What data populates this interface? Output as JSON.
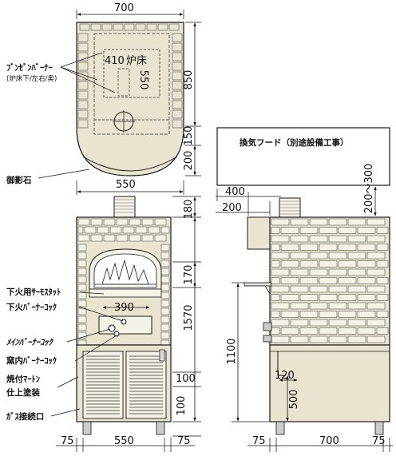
{
  "labels": {
    "bunsen_burner": "ﾌﾞﾝｾﾞﾝﾊﾞｰﾅｰ",
    "bunsen_burner_sub": "(炉床下/左右/奥)",
    "mikage_stone": "御影石",
    "hearth": "炉床",
    "lower_thermostat": "下火用ｻｰﾓｽﾀｯﾄ",
    "lower_burner_cock": "下火ﾊﾞｰﾅｰｺｯｸ",
    "main_burner_cock": "ﾒｲﾝﾊﾞｰﾅｰｺｯｸ",
    "kiln_burner_cock": "窯内ﾊﾞｰﾅｰｺｯｸ",
    "baked_finish_1": "焼付ﾏｰﾄﾝ",
    "baked_finish_2": "仕上塗装",
    "gas_inlet": "ｶﾞｽ接続口",
    "hood": "換気フード（別途設備工事）"
  },
  "dimensions": {
    "top_width": "700",
    "top_height": "850",
    "hearth_depth": "410",
    "hearth_width": "550",
    "rear_strip": "150",
    "base_strip": "200",
    "base_width": "550",
    "chimney_top": "180",
    "door_height": "170",
    "door_width": "390",
    "front_height": "1570",
    "leg_gap": "100",
    "foot_height": "100",
    "front_left_margin": "75",
    "front_width": "550",
    "front_right_margin": "75",
    "side_offset_400": "400",
    "side_offset_200": "200",
    "hood_gap": "200～300",
    "counter_height": "1100",
    "pipe_offset": "120",
    "pipe_height": "500",
    "side_left_margin": "75",
    "side_width": "700",
    "side_right_margin": "75"
  },
  "colors": {
    "body": "#e9e4d0",
    "brick": "#f4f1e6",
    "line": "#1a1a1a"
  }
}
